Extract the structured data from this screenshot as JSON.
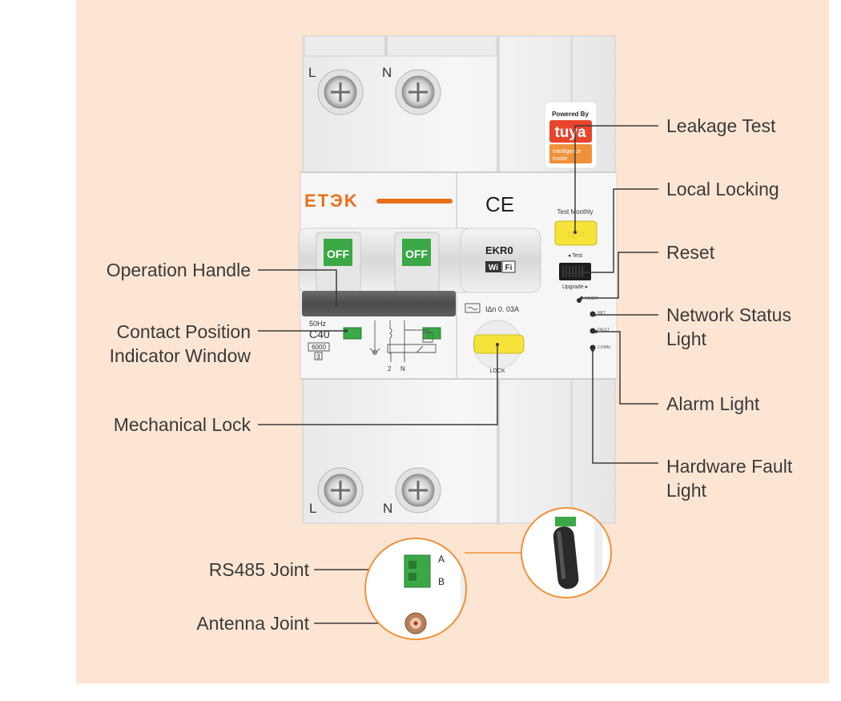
{
  "colors": {
    "background": "#fde5d3",
    "brand_orange": "#e8701a",
    "callout_ring": "#f0913a",
    "handle_green": "#3aa845",
    "test_yellow": "#f5e33a",
    "tuya_red": "#e8452c",
    "label_text": "#3a3a3a"
  },
  "device": {
    "brand": "ETЭK",
    "ce_mark": "CE",
    "model": "EKR0",
    "wifi_badge_a": "Wi",
    "wifi_badge_b": "Fi",
    "top_terminal_left": "L",
    "top_terminal_right": "N",
    "bottom_terminal_left": "L",
    "bottom_terminal_right": "N",
    "handle_left": "OFF",
    "handle_right": "OFF",
    "spec_freq": "50Hz",
    "spec_rating": "C40",
    "spec_capacity": "6000",
    "spec_class": "3",
    "residual_current": "IΔn 0. 03A",
    "diagram_terminal_2": "2",
    "diagram_terminal_n": "N",
    "lock_label": "LOCK",
    "test_monthly": "Test Monthly",
    "test_button": "TEST",
    "switch_test": "◂ Test",
    "switch_upgrade": "Upgrade ▸",
    "led_reset": "RESET",
    "led_net": "NET",
    "led_fault": "FAULT",
    "led_comm": "COMM",
    "powered_by": "Powered By",
    "tuya": "tuya",
    "intelligence": "Intelligence",
    "inside": "Inside",
    "rs485_a": "A",
    "rs485_b": "B"
  },
  "callouts": {
    "leakage_test": "Leakage Test",
    "local_locking": "Local Locking",
    "reset": "Reset",
    "network_status_1": "Network Status",
    "network_status_2": "Light",
    "alarm_light": "Alarm Light",
    "hardware_fault_1": "Hardware Fault",
    "hardware_fault_2": "Light",
    "operation_handle": "Operation Handle",
    "contact_position_1": "Contact Position",
    "contact_position_2": "Indicator Window",
    "mechanical_lock": "Mechanical Lock",
    "rs485_joint": "RS485 Joint",
    "antenna_joint": "Antenna Joint"
  }
}
